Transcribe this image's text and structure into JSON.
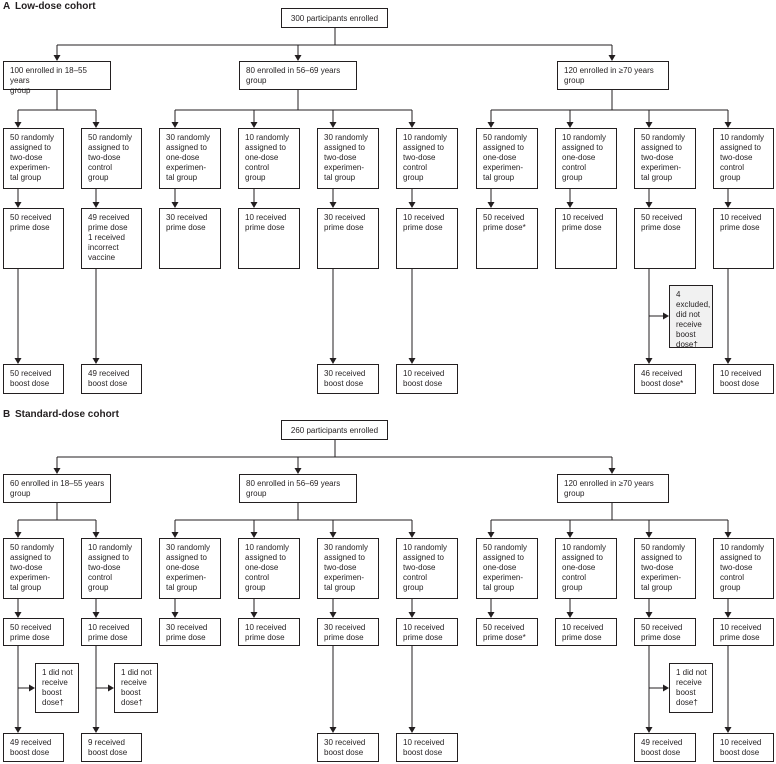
{
  "panels": [
    {
      "letter": "A",
      "title": "Low-dose cohort",
      "enrolled": "300 participants enrolled",
      "groups": [
        {
          "label": "100 enrolled in 18–55 years\ngroup",
          "arms": [
            {
              "assign": "50 randomly\nassigned to\ntwo-dose\nexperimen-\ntal group",
              "prime": "50 received\nprime dose",
              "boost": "50 received\nboost dose"
            },
            {
              "assign": "50 randomly\nassigned to\ntwo-dose\ncontrol\ngroup",
              "prime": "49 received\nprime dose\n1 received\nincorrect\nvaccine",
              "boost": "49 received\nboost dose"
            }
          ]
        },
        {
          "label": "80 enrolled in 56–69 years\ngroup",
          "arms": [
            {
              "assign": "30 randomly\nassigned to\none-dose\nexperimen-\ntal group",
              "prime": "30 received\nprime dose"
            },
            {
              "assign": "10 randomly\nassigned to\none-dose\ncontrol\ngroup",
              "prime": "10 received\nprime dose"
            },
            {
              "assign": "30 randomly\nassigned to\ntwo-dose\nexperimen-\ntal group",
              "prime": "30 received\nprime dose",
              "boost": "30 received\nboost dose"
            },
            {
              "assign": "10 randomly\nassigned to\ntwo-dose\ncontrol\ngroup",
              "prime": "10 received\nprime dose",
              "boost": "10 received\nboost dose"
            }
          ]
        },
        {
          "label": "120 enrolled in ≥70 years\ngroup",
          "arms": [
            {
              "assign": "50 randomly\nassigned to\none-dose\nexperimen-\ntal group",
              "prime": "50 received\nprime dose*"
            },
            {
              "assign": "10 randomly\nassigned to\none-dose\ncontrol\ngroup",
              "prime": "10 received\nprime dose"
            },
            {
              "assign": "50 randomly\nassigned to\ntwo-dose\nexperimen-\ntal group",
              "prime": "50 received\nprime dose",
              "excluded": "4 excluded,\ndid not\nreceive\nboost\ndose†",
              "boost": "46 received\nboost dose*"
            },
            {
              "assign": "10 randomly\nassigned to\ntwo-dose\ncontrol\ngroup",
              "prime": "10 received\nprime dose",
              "boost": "10 received\nboost dose"
            }
          ]
        }
      ]
    },
    {
      "letter": "B",
      "title": "Standard-dose cohort",
      "enrolled": "260 participants enrolled",
      "groups": [
        {
          "label": "60 enrolled in 18–55 years\ngroup",
          "arms": [
            {
              "assign": "50 randomly\nassigned to\ntwo-dose\nexperimen-\ntal group",
              "prime": "50 received\nprime dose",
              "excluded": "1 did not\nreceive\nboost\ndose†",
              "boost": "49 received\nboost dose"
            },
            {
              "assign": "10 randomly\nassigned to\ntwo-dose\ncontrol\ngroup",
              "prime": "10 received\nprime dose",
              "excluded": "1 did not\nreceive\nboost\ndose†",
              "boost": "9 received\nboost dose"
            }
          ]
        },
        {
          "label": "80 enrolled in 56–69 years\ngroup",
          "arms": [
            {
              "assign": "30 randomly\nassigned to\none-dose\nexperimen-\ntal group",
              "prime": "30 received\nprime dose"
            },
            {
              "assign": "10 randomly\nassigned to\none-dose\ncontrol\ngroup",
              "prime": "10 received\nprime dose"
            },
            {
              "assign": "30 randomly\nassigned to\ntwo-dose\nexperimen-\ntal group",
              "prime": "30 received\nprime dose",
              "boost": "30 received\nboost dose"
            },
            {
              "assign": "10 randomly\nassigned to\ntwo-dose\ncontrol\ngroup",
              "prime": "10 received\nprime dose",
              "boost": "10 received\nboost dose"
            }
          ]
        },
        {
          "label": "120 enrolled in ≥70 years\ngroup",
          "arms": [
            {
              "assign": "50 randomly\nassigned to\none-dose\nexperimen-\ntal group",
              "prime": "50 received\nprime dose*"
            },
            {
              "assign": "10 randomly\nassigned to\none-dose\ncontrol\ngroup",
              "prime": "10 received\nprime dose"
            },
            {
              "assign": "50 randomly\nassigned to\ntwo-dose\nexperimen-\ntal group",
              "prime": "50 received\nprime dose",
              "excluded": "1 did not\nreceive\nboost\ndose†",
              "boost": "49 received\nboost dose"
            },
            {
              "assign": "10 randomly\nassigned to\ntwo-dose\ncontrol\ngroup",
              "prime": "10 received\nprime dose",
              "boost": "10 received\nboost dose"
            }
          ]
        }
      ]
    }
  ]
}
